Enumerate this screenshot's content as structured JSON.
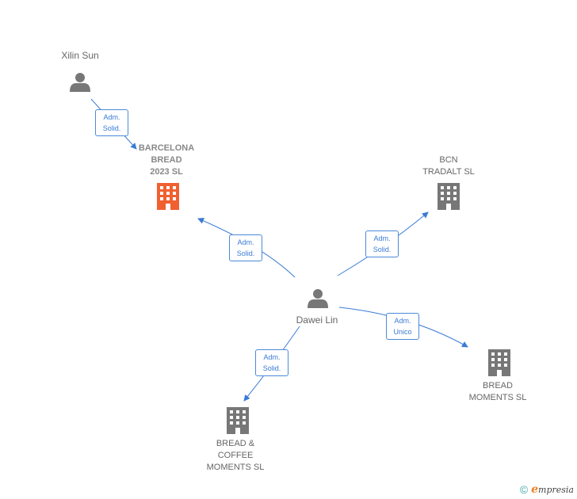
{
  "nodes": {
    "xilin": {
      "name": "Xilin Sun"
    },
    "barcelona": {
      "line1": "BARCELONA",
      "line2": "BREAD",
      "line3": "2023  SL"
    },
    "bcn": {
      "line1": "BCN",
      "line2": "TRADALT  SL"
    },
    "dawei": {
      "name": "Dawei Lin"
    },
    "bread_moments": {
      "line1": "BREAD",
      "line2": "MOMENTS  SL"
    },
    "bread_coffee": {
      "line1": "BREAD &",
      "line2": "COFFEE",
      "line3": "MOMENTS  SL"
    }
  },
  "edges": {
    "xilin_barcelona": {
      "line1": "Adm.",
      "line2": "Solid."
    },
    "dawei_barcelona": {
      "line1": "Adm.",
      "line2": "Solid."
    },
    "dawei_bcn": {
      "line1": "Adm.",
      "line2": "Solid."
    },
    "dawei_moments": {
      "line1": "Adm.",
      "line2": "Unico"
    },
    "dawei_coffee": {
      "line1": "Adm.",
      "line2": "Solid."
    }
  },
  "colors": {
    "edge": "#3a7bd5",
    "highlight_company": "#f06030",
    "company": "#777777",
    "person": "#777777"
  },
  "footer": {
    "copyright": "©",
    "brand_initial": "e",
    "brand_rest": "mpresia"
  }
}
